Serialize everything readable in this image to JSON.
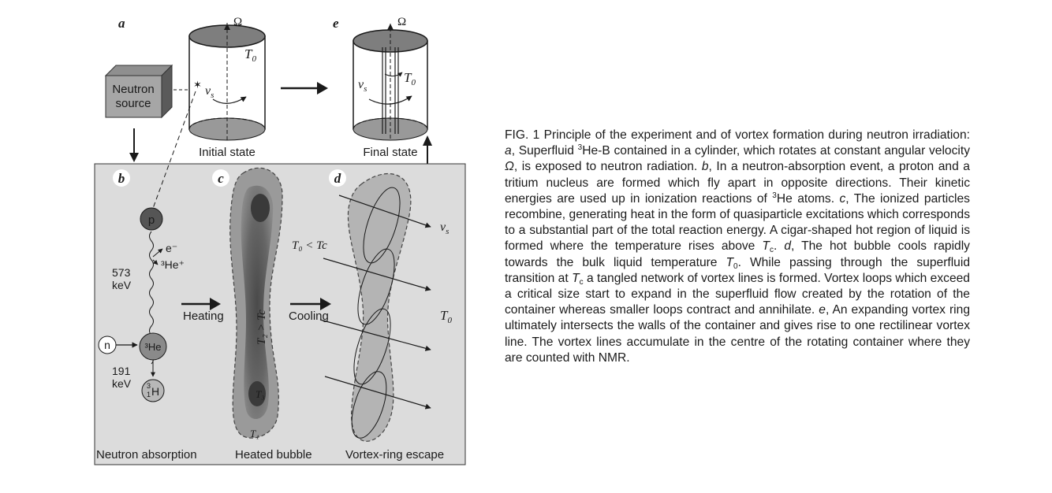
{
  "figure": {
    "panel_letters": {
      "a": "a",
      "b": "b",
      "c": "c",
      "d": "d",
      "e": "e"
    },
    "omega": "Ω",
    "source_line1": "Neutron",
    "source_line2": "source",
    "initial_state": "Initial state",
    "final_state": "Final state",
    "vs_v": "v",
    "vs_sub": "s",
    "t0_t": "T",
    "t0_sub": "0",
    "particles": {
      "p": "p",
      "e_minus": "e⁻",
      "he3_plus": "³He⁺",
      "he3": "³He",
      "n": "n",
      "h_top": "3",
      "h_bottom": "1",
      "h_letter": "H"
    },
    "energy1_line1": "573",
    "energy1_line2": "keV",
    "energy2_line1": "191",
    "energy2_line2": "keV",
    "heating": "Heating",
    "cooling": "Cooling",
    "t2_gt_tc": "T₂ > Tc",
    "t3": "T₃",
    "t1": "T₁",
    "t0_lt_tc": "T₀ < Tc",
    "bottom_labels": {
      "neutron_absorption": "Neutron absorption",
      "heated_bubble": "Heated bubble",
      "vortex_ring_escape": "Vortex-ring escape"
    }
  },
  "caption": {
    "fig_label": "FIG. 1",
    "s1": "Principle of the experiment and of vortex formation during neutron irradiation:",
    "a_letter": "a",
    "s2a": ", Superfluid",
    "he_sup": "3",
    "s2b": "He-B contained in a cylinder, which rotates at constant angular velocity",
    "omega": "Ω",
    "s2c": ", is exposed to neutron radiation.",
    "b_letter": "b",
    "s3": ", In a neutron-absorption event, a proton and a tritium nucleus are formed which fly apart in opposite directions. Their kinetic energies are used up in ionization reactions of",
    "he_sup2": "3",
    "s3b": "He atoms.",
    "c_letter": "c",
    "s4": ", The ionized particles recombine, generating heat in the form of quasiparticle excitations which corresponds to a substantial part of the total reaction energy. A cigar-shaped hot region of liquid is formed where the temperature rises above",
    "tc_T": "T",
    "tc_sub": "c",
    "s4b": ".",
    "d_letter": "d",
    "s5": ", The hot bubble cools rapidly towards the bulk liquid temperature",
    "t0_T": "T",
    "t0_sub": "0",
    "s5b": ". While passing through the superfluid transition at",
    "tc2_T": "T",
    "tc2_sub": "c",
    "s5c": "a tangled network of vortex lines is formed. Vortex loops which exceed a critical size start to expand in the superfluid flow created by the rotation of the container whereas smaller loops contract and annihilate.",
    "e_letter": "e",
    "s6": ", An expanding vortex ring ultimately intersects the walls of the container and gives rise to one rectilinear vortex line. The vortex lines accumulate in the centre of the rotating container where they are counted with NMR."
  }
}
